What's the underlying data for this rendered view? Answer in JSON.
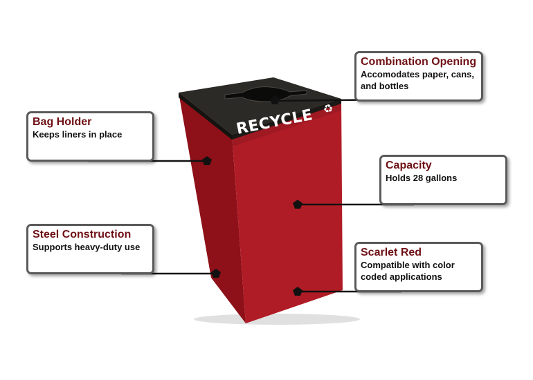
{
  "product": {
    "label": "RECYCLE",
    "symbol_icon": "recycle-symbol-icon",
    "colors": {
      "front": "#b01c26",
      "side": "#8e1018",
      "lid": "#2c2a26",
      "title": "#6e0f14",
      "leader": "#111111"
    }
  },
  "callouts": {
    "opening": {
      "title": "Combination Opening",
      "desc": "Accomodates paper, cans,\nand bottles"
    },
    "bag_holder": {
      "title": "Bag Holder",
      "desc": "Keeps liners in place"
    },
    "capacity": {
      "title": "Capacity",
      "desc": "Holds 28 gallons"
    },
    "steel": {
      "title": "Steel Construction",
      "desc": "Supports heavy-duty use"
    },
    "scarlet": {
      "title": "Scarlet Red",
      "desc": "Compatible with color\ncoded applications"
    }
  }
}
